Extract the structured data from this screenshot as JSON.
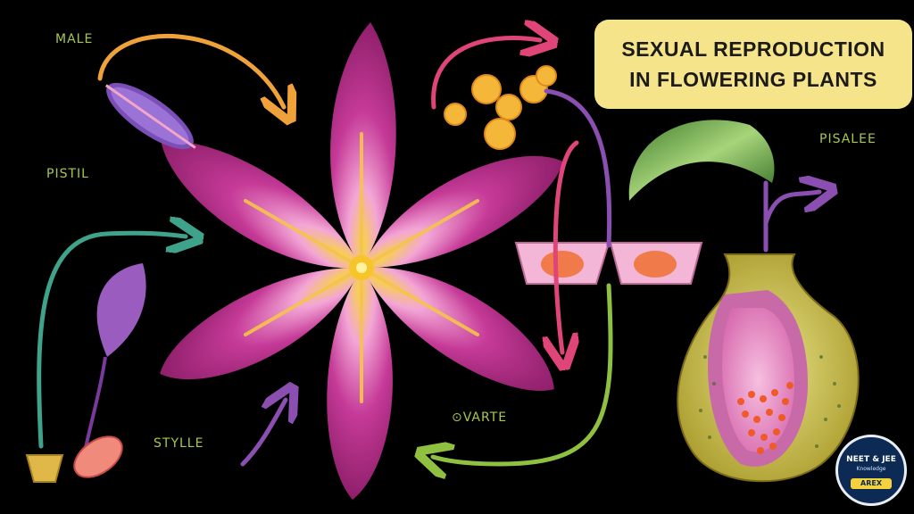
{
  "title": {
    "line1": "SEXUAL REPRODUCTION",
    "line2": "IN FLOWERING PLANTS"
  },
  "labels": {
    "male": "MALE",
    "pistil": "PISTIL",
    "stylle": "STYLLE",
    "ovarte": "⊙VARTE",
    "pisalee": "PISALEE"
  },
  "badge": {
    "line1": "NEET & JEE",
    "line2": "Knowledge",
    "line3": "AREX"
  },
  "colors": {
    "background": "#000000",
    "label_green": "#a8c84a",
    "title_bg": "#f6e48a",
    "petal_pink": "#c53a97",
    "arrow_orange": "#f0a23a",
    "arrow_pink": "#e0457a",
    "arrow_purple": "#8a4fb0",
    "arrow_green": "#8fc040",
    "arrow_teal": "#3fa28a"
  }
}
